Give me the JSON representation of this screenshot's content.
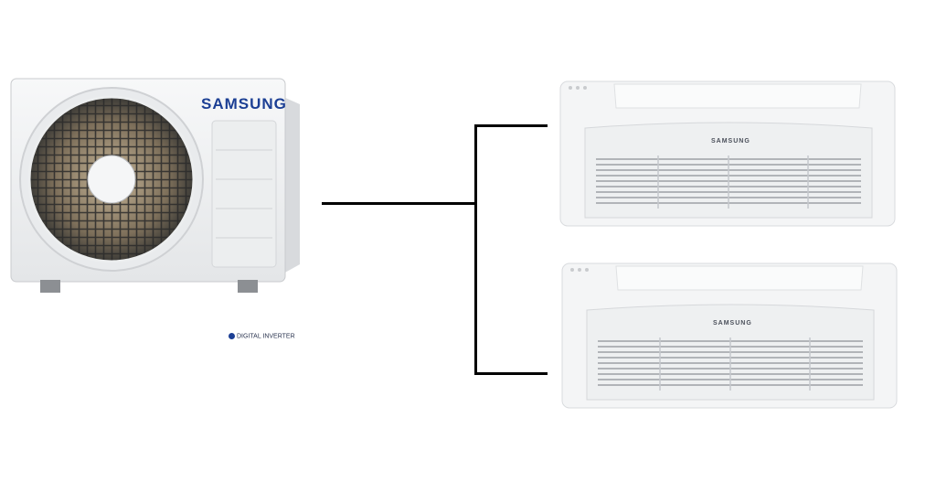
{
  "outdoor_unit": {
    "brand": "SAMSUNG",
    "inverter_label": "DIGITAL INVERTER"
  },
  "indoor_units": [
    {
      "brand": "SAMSUNG"
    },
    {
      "brand": "SAMSUNG"
    }
  ],
  "colors": {
    "brand_blue": "#1c3f94",
    "unit_body": "#f2f3f4",
    "fan_grill": "#3a3a3a",
    "pipe": "#000000"
  }
}
